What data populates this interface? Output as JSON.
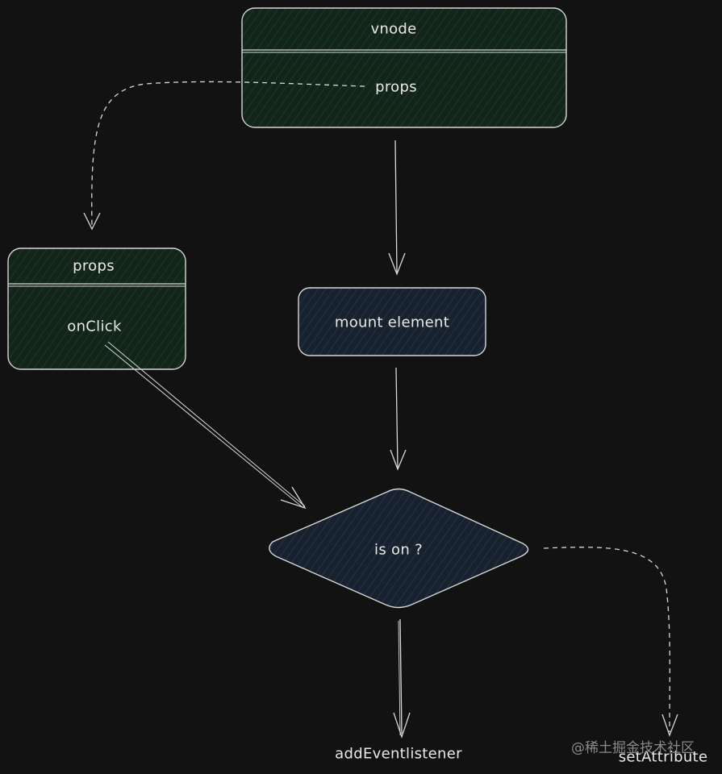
{
  "nodes": {
    "vnode": {
      "title": "vnode",
      "field": "props"
    },
    "props": {
      "title": "props",
      "field": "onClick"
    },
    "mount": {
      "label": "mount element"
    },
    "decision": {
      "label": "is on ?"
    }
  },
  "outputs": {
    "yes": "addEventlistener",
    "no": "setAttribute"
  },
  "watermark": "@稀土掘金技术社区",
  "colors": {
    "background": "#121212",
    "table_fill": "#132616",
    "process_fill": "#1b2633",
    "stroke": "#d8d8d8"
  }
}
